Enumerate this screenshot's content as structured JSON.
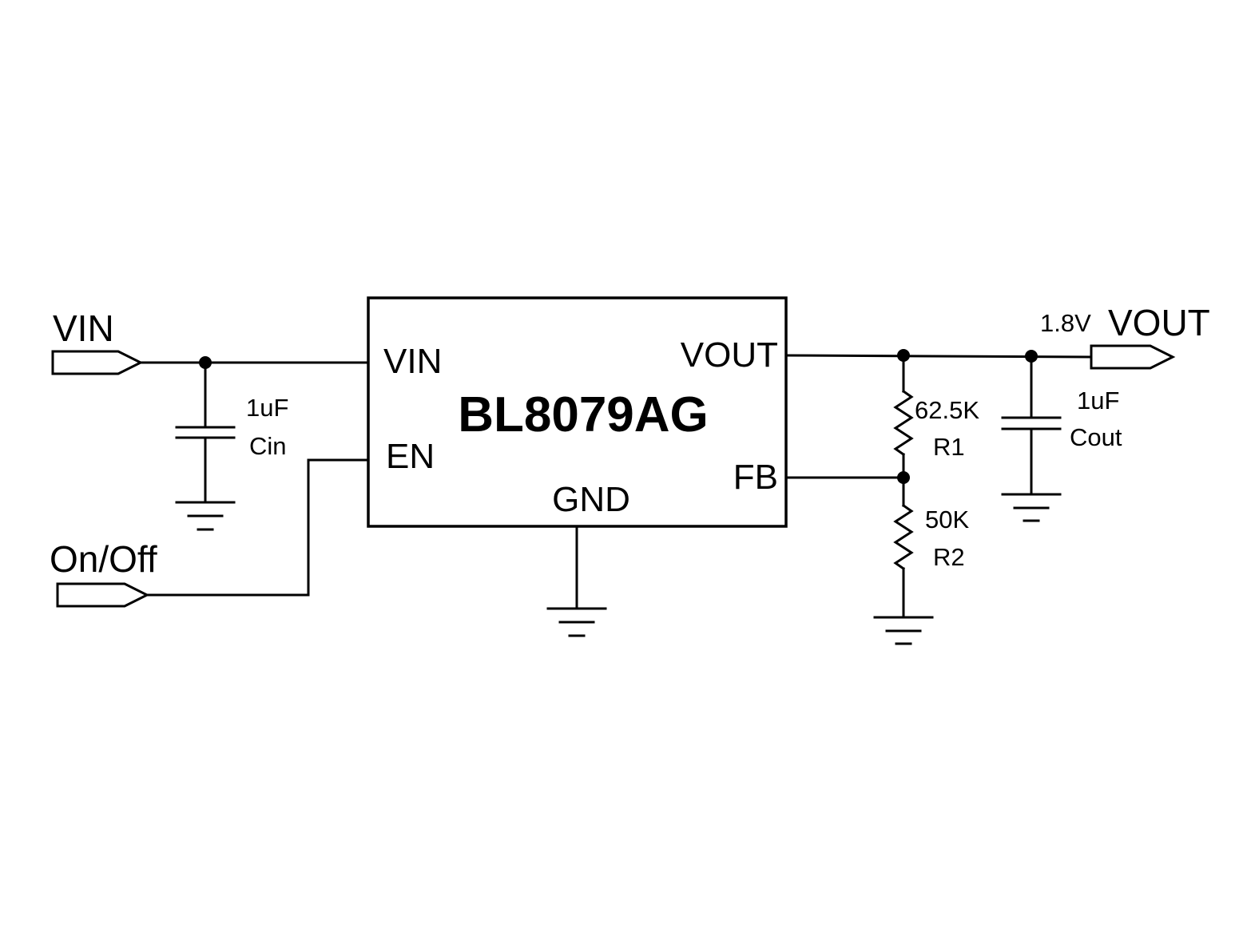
{
  "schematic": {
    "chip_name": "BL8079AG",
    "chip_pins": {
      "vin": "VIN",
      "en": "EN",
      "gnd": "GND",
      "vout": "VOUT",
      "fb": "FB"
    },
    "ports": {
      "vin": "VIN",
      "on_off": "On/Off",
      "vout": "VOUT",
      "vout_voltage": "1.8V"
    },
    "components": {
      "cin": {
        "value": "1uF",
        "ref": "Cin"
      },
      "cout": {
        "value": "1uF",
        "ref": "Cout"
      },
      "r1": {
        "value": "62.5K",
        "ref": "R1"
      },
      "r2": {
        "value": "50K",
        "ref": "R2"
      }
    }
  }
}
